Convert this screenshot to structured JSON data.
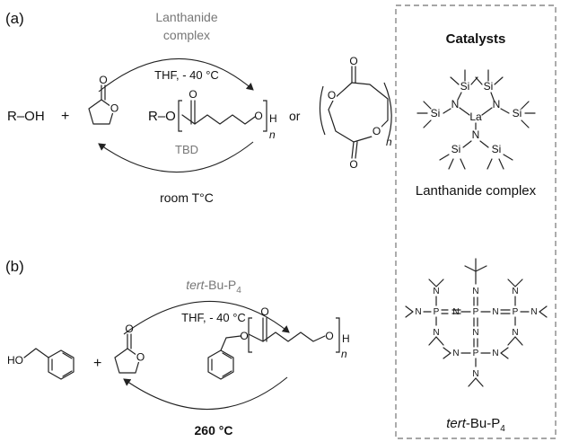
{
  "panel_a": {
    "label": "(a)",
    "catalyst_top_line1": "Lanthanide",
    "catalyst_top_line2": "complex",
    "condition_top": "THF, - 40 °C",
    "catalyst_bottom": "TBD",
    "condition_bottom": "room T°C",
    "reactant_alcohol": "R–OH",
    "plus": "+",
    "or": "or"
  },
  "panel_b": {
    "label": "(b)",
    "catalyst_top_italic": "tert",
    "catalyst_top_rest": "-Bu-P",
    "catalyst_top_sub": "4",
    "condition_top": "THF, - 40 °C",
    "condition_bottom": "260 °C",
    "plus": "+"
  },
  "catalysts_box": {
    "title": "Catalysts",
    "lanthanide_caption": "Lanthanide complex",
    "p4_caption_italic": "tert",
    "p4_caption_rest": "-Bu-P",
    "p4_caption_sub": "4"
  },
  "atoms": {
    "O": "O",
    "H": "H",
    "n": "n",
    "R": "R",
    "Si": "Si",
    "N": "N",
    "La": "La",
    "P": "P",
    "HO": "HO",
    "RO": "R–O"
  },
  "colors": {
    "border_dashed": "#888888",
    "gray_text": "#777777",
    "ink": "#222222"
  }
}
